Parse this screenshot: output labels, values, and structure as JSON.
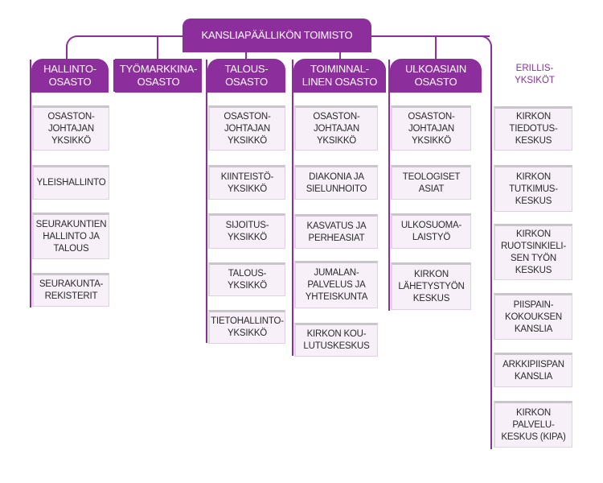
{
  "top": {
    "label": "KANSLIAPÄÄLLIKÖN TOIMISTO"
  },
  "departments": [
    {
      "label": "HALLINTO-\nOSASTO",
      "units": [
        "OSASTON-\nJOHTAJAN\nYKSIKKÖ",
        "YLEISHALLINTO",
        "SEURAKUNTIEN\nHALLINTO JA\nTALOUS",
        "SEURAKUNTA-\nREKISTERIT"
      ]
    },
    {
      "label": "TYÖMARKKINA-\nOSASTO",
      "units": []
    },
    {
      "label": "TALOUS-\nOSASTO",
      "units": [
        "OSASTON-\nJOHTAJAN\nYKSIKKÖ",
        "KIINTEISTÖ-\nYKSIKKÖ",
        "SIJOITUS-\nYKSIKKÖ",
        "TALOUS-\nYKSIKKÖ",
        "TIETOHALLINTO-\nYKSIKKÖ"
      ]
    },
    {
      "label": "TOIMINNAL-\nLINEN OSASTO",
      "units": [
        "OSASTON-\nJOHTAJAN\nYKSIKKÖ",
        "DIAKONIA JA\nSIELUNHOITO",
        "KASVATUS JA\nPERHEASIAT",
        "JUMALAN-\nPALVELUS JA\nYHTEISKUNTA",
        "KIRKON KOU-\nLUTUSKESKUS"
      ]
    },
    {
      "label": "ULKOASIAIN\nOSASTO",
      "units": [
        "OSASTON-\nJOHTAJAN\nYKSIKKÖ",
        "TEOLOGISET\nASIAT",
        "ULKOSUOMA-\nLAISTYÖ",
        "KIRKON\nLÄHETYSTYÖN\nKESKUS"
      ]
    }
  ],
  "separate": {
    "label": "ERILLIS-\nYKSIKÖT",
    "units": [
      "KIRKON\nTIEDOTUS-\nKESKUS",
      "KIRKON\nTUTKIMUS-\nKESKUS",
      "KIRKON\nRUOTSINKIELI-\nSEN TYÖN\nKESKUS",
      "PIISPAIN-\nKOKOUKSEN\nKANSLIA",
      "ARKKIPIISPAN\nKANSLIA",
      "KIRKON\nPALVELU-\nKESKUS (KIPA)"
    ]
  },
  "colors": {
    "accent": "#8c2f9c",
    "unit_fill": "#f7f0f8"
  }
}
